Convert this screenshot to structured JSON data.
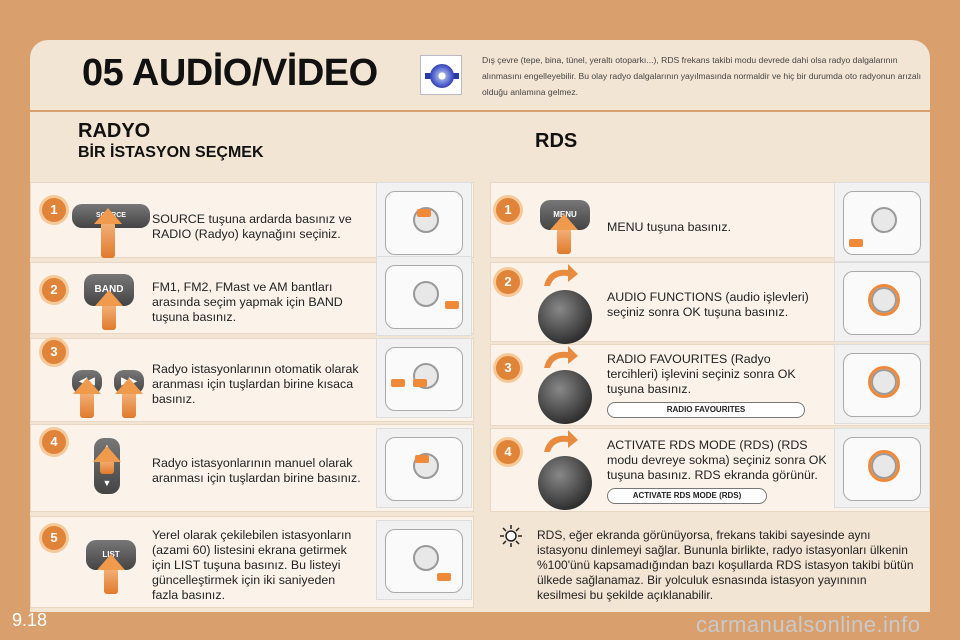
{
  "header": {
    "title": "05 AUDİO/VİDEO",
    "notice": "Dış çevre (tepe, bina, tünel, yeraltı otoparkı...), RDS frekans takibi modu devrede dahi olsa radyo dalgalarının alınmasını engelleyebilir. Bu olay radyo dalgalarının yayılmasında normaldir ve hiç bir durumda oto radyonun arızalı olduğu anlamına gelmez."
  },
  "left": {
    "title": "RADYO",
    "subtitle": "BİR İSTASYON SEÇMEK",
    "steps": [
      {
        "num": "1",
        "key_label": "SOURCE",
        "text": "SOURCE tuşuna ardarda basınız ve RADIO (Radyo) kaynağını seçiniz."
      },
      {
        "num": "2",
        "key_label": "BAND",
        "text": "FM1, FM2, FMast ve AM bantları arasında seçim yapmak için BAND tuşuna basınız."
      },
      {
        "num": "3",
        "key_label": "",
        "text": "Radyo istasyonlarının otomatik olarak aranması için tuşlardan birine kısaca basınız."
      },
      {
        "num": "4",
        "key_label": "",
        "text": "Radyo istasyonlarının manuel olarak aranması için tuşlardan birine basınız."
      },
      {
        "num": "5",
        "key_label": "LIST",
        "text": "Yerel olarak çekilebilen istasyonların (azami 60) listesini ekrana getirmek için LIST tuşuna basınız. Bu listeyi güncelleştirmek için iki saniyeden fazla basınız."
      }
    ]
  },
  "right": {
    "title": "RDS",
    "steps": [
      {
        "num": "1",
        "key_label": "MENU",
        "text": "MENU tuşuna basınız.",
        "pill": ""
      },
      {
        "num": "2",
        "key_label": "",
        "text": "AUDIO FUNCTIONS (audio işlevleri) seçiniz sonra OK tuşuna basınız.",
        "pill": ""
      },
      {
        "num": "3",
        "key_label": "",
        "text": "RADIO FAVOURITES (Radyo tercihleri) işlevini seçiniz sonra OK tuşuna basınız.",
        "pill": "RADIO FAVOURITES"
      },
      {
        "num": "4",
        "key_label": "",
        "text": "ACTIVATE RDS MODE (RDS) (RDS modu devreye sokma) seçiniz sonra OK tuşuna basınız. RDS ekranda görünür.",
        "pill": "ACTIVATE RDS MODE (RDS)"
      }
    ],
    "note": "RDS, eğer ekranda görünüyorsa, frekans takibi sayesinde aynı istasyonu dinlemeyi sağlar. Bununla birlikte, radyo istasyonları ülkenin %100'ünü kapsamadığından bazı koşullarda RDS istasyon takibi bütün ülkede sağlanamaz. Bir yolculuk esnasında istasyon yayınının kesilmesi bu şekilde açıklanabilir."
  },
  "footer": {
    "page_number": "9.18",
    "watermark": "carmanualsonline.info"
  },
  "colors": {
    "background": "#d9a06e",
    "panel": "#f3e5d3",
    "accent": "#e0843a"
  },
  "icons": [
    "cd-audio-icon",
    "arrow-up-icon",
    "rotary-knob-icon",
    "curved-arrow-icon",
    "sun-note-icon"
  ]
}
